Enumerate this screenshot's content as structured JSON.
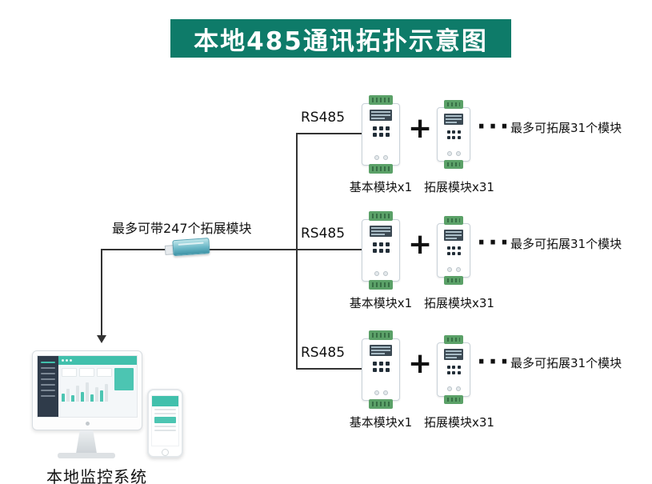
{
  "title": "本地485通讯拓扑示意图",
  "colors": {
    "banner": "#0e7b69",
    "line": "#333333",
    "terminal_green": "#5ba168",
    "dashboard_teal": "#41c0ac"
  },
  "left_section": {
    "bus_label": "最多可带247个拓展模块",
    "system_label": "本地监控系统"
  },
  "rows": [
    {
      "rs485": "RS485",
      "plus": "+",
      "dots": "···",
      "note": "最多可拓展31个模块",
      "base_caption": "基本模块x1",
      "exp_caption": "拓展模块x31"
    },
    {
      "rs485": "RS485",
      "plus": "+",
      "dots": "···",
      "note": "最多可拓展31个模块",
      "base_caption": "基本模块x1",
      "exp_caption": "拓展模块x31"
    },
    {
      "rs485": "RS485",
      "plus": "+",
      "dots": "···",
      "note": "最多可拓展31个模块",
      "base_caption": "基本模块x1",
      "exp_caption": "拓展模块x31"
    }
  ]
}
